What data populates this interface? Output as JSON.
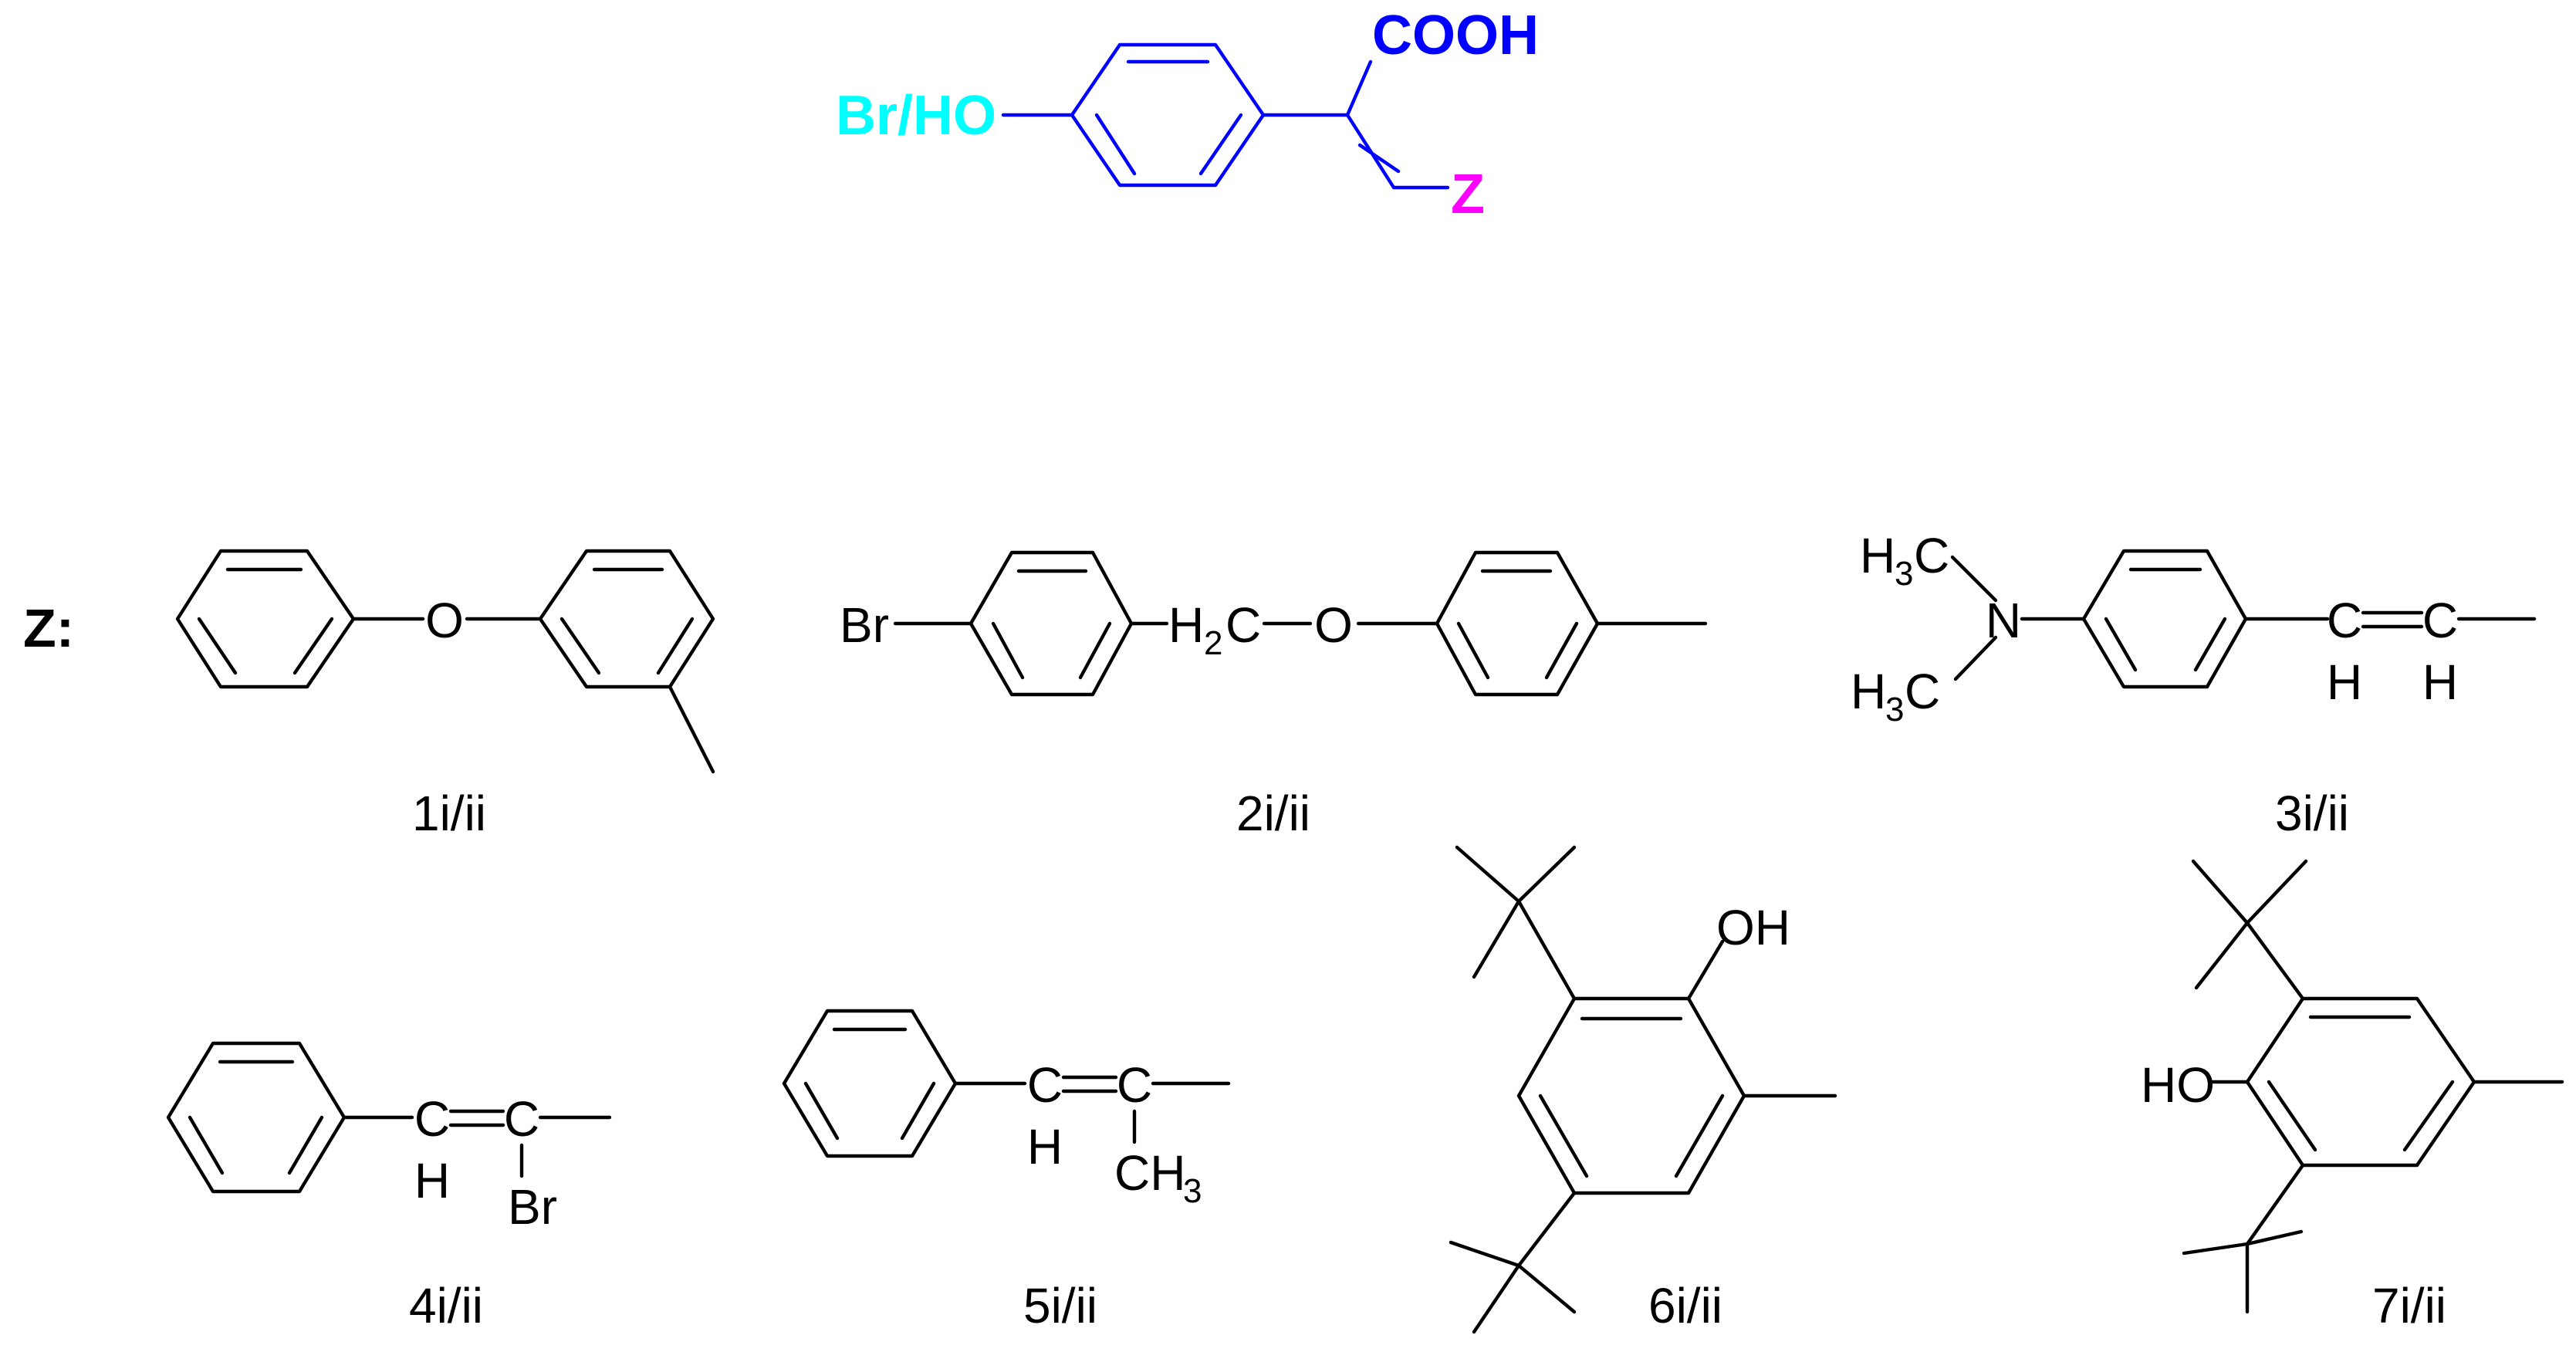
{
  "core": {
    "substituent_label": "Br/HO",
    "acid_label": "COOH",
    "z_label": "Z",
    "colors": {
      "substituent": "#00ffff",
      "core": "#0000ff",
      "z": "#ff00ff"
    }
  },
  "z_heading": "Z:",
  "compounds": [
    {
      "id": "1",
      "caption": "1i/ii",
      "atoms": {
        "o": "O"
      }
    },
    {
      "id": "2",
      "caption": "2i/ii",
      "atoms": {
        "br": "Br",
        "ch2_h": "H",
        "ch2_sub": "2",
        "ch2_c": "C",
        "o": "O"
      }
    },
    {
      "id": "3",
      "caption": "3i/ii",
      "atoms": {
        "h3c_h": "H",
        "h3c_sub": "3",
        "h3c_c": "C",
        "n": "N",
        "c": "C",
        "h": "H"
      }
    },
    {
      "id": "4",
      "caption": "4i/ii",
      "atoms": {
        "c": "C",
        "h": "H",
        "br": "Br"
      }
    },
    {
      "id": "5",
      "caption": "5i/ii",
      "atoms": {
        "c": "C",
        "h": "H",
        "ch3_ch": "CH",
        "ch3_sub": "3"
      }
    },
    {
      "id": "6",
      "caption": "6i/ii",
      "atoms": {
        "oh": "OH"
      }
    },
    {
      "id": "7",
      "caption": "7i/ii",
      "atoms": {
        "ho": "HO"
      }
    }
  ]
}
